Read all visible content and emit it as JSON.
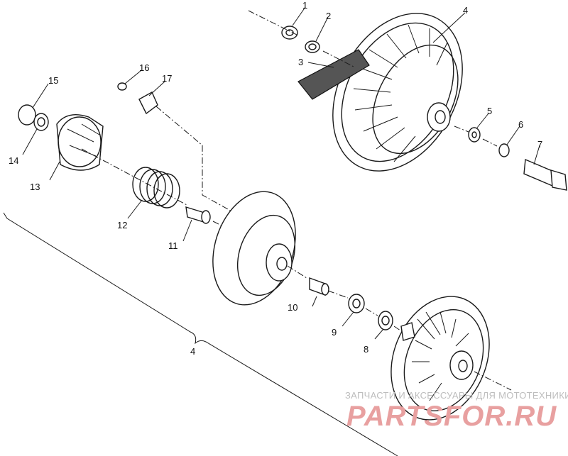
{
  "callouts": [
    "1",
    "2",
    "3",
    "4",
    "5",
    "6",
    "7",
    "8",
    "9",
    "10",
    "11",
    "12",
    "13",
    "14",
    "15",
    "16",
    "17"
  ],
  "assembly_label": "4",
  "watermark": {
    "line1": "ЗАПЧАСТИ И АКСЕССУАРЫ ДЛЯ МОТОТЕХНИКИ",
    "line2": "PARTSFOR.RU"
  }
}
